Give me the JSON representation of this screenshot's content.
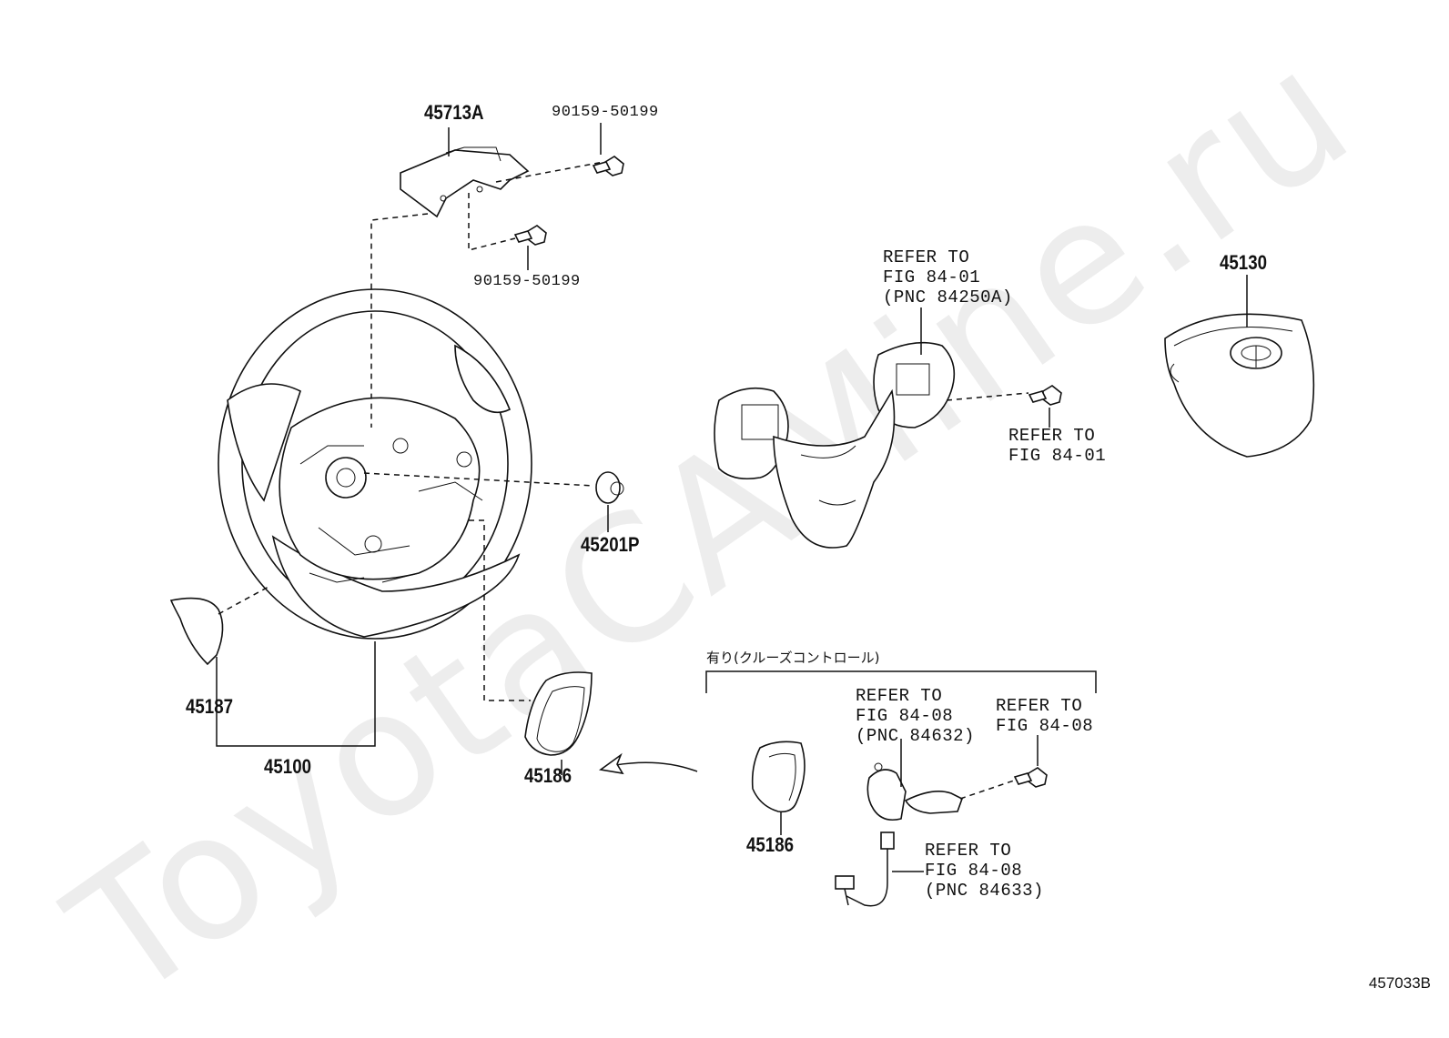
{
  "watermark": "ToyotaCAMine.ru",
  "figure_id": "457033B",
  "japanese_note": "有り(クルーズコントロール)",
  "parts": {
    "p45713A": "45713A",
    "p90159_top": "90159-50199",
    "p90159_mid": "90159-50199",
    "p45130": "45130",
    "p45201P": "45201P",
    "p45187": "45187",
    "p45100": "45100",
    "p45186_left": "45186",
    "p45186_right": "45186"
  },
  "refs": {
    "switch_top": "REFER TO\nFIG 84-01\n(PNC 84250A)",
    "switch_screw": "REFER TO\nFIG 84-01",
    "cruise_switch": "REFER TO\nFIG 84-08\n(PNC 84632)",
    "cruise_screw": "REFER TO\nFIG 84-08",
    "cruise_wire": "REFER TO\nFIG 84-08\n(PNC 84633)"
  },
  "icons": [
    "steering-wheel",
    "airbag-pad",
    "switch-assembly",
    "cover-plate",
    "screw",
    "clip",
    "wire-harness",
    "arrow"
  ]
}
